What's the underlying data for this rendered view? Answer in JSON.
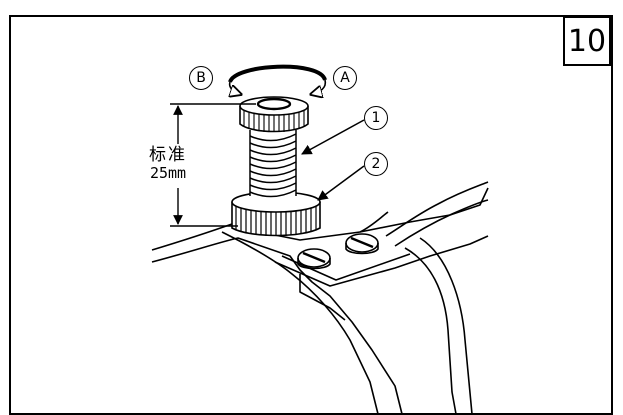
{
  "step_number": "10",
  "dimension": {
    "label_cn": "标准",
    "value": "25mm"
  },
  "callouts": [
    {
      "id": "B",
      "text": "B"
    },
    {
      "id": "A",
      "text": "A"
    },
    {
      "id": "1",
      "text": "1"
    },
    {
      "id": "2",
      "text": "2"
    }
  ]
}
